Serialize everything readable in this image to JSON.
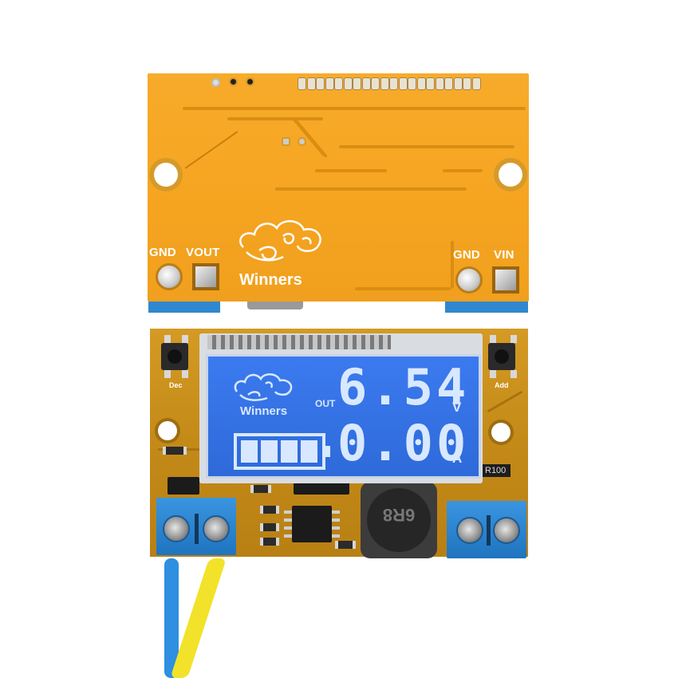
{
  "scene": {
    "subject": "DC-DC buck converter module with LCD voltmeter/ammeter",
    "background_color": "#ffffff"
  },
  "back_board": {
    "color": "#f5a623",
    "silkscreen": {
      "left_labels": [
        "GND",
        "VOUT"
      ],
      "right_labels": [
        "GND",
        "VIN"
      ],
      "brand": "Winners",
      "logo_icon": "cloud-logo-icon"
    },
    "header_pin_count": 20
  },
  "front_board": {
    "color": "#c9921e",
    "buttons": {
      "left_label": "Dec",
      "right_label": "Add"
    },
    "resistor_label": "R100",
    "inductor_label": "6R8"
  },
  "lcd": {
    "background_color": "#2f6fe0",
    "segment_color": "#d8e8ff",
    "brand": "Winners",
    "out_label": "OUT",
    "voltage_reading": "6.54",
    "voltage_unit": "V",
    "current_reading": "0.00",
    "current_unit": "A",
    "battery_bars": 4
  },
  "wires": {
    "left_color": "#2f8fe0",
    "right_color": "#f2e22a"
  }
}
